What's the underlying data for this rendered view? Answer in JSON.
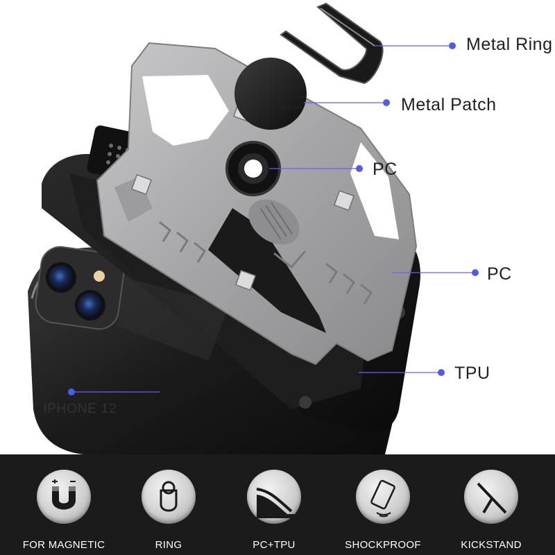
{
  "callouts": {
    "metal_ring": "Metal Ring",
    "metal_patch": "Metal Patch",
    "pc_ring_holder": "PC",
    "pc_frame": "PC",
    "tpu": "TPU",
    "iphone": "IPHONE 12"
  },
  "features": [
    {
      "label": "FOR MAGNETIC",
      "icon": "magnet-icon"
    },
    {
      "label": "RING",
      "icon": "ring-icon"
    },
    {
      "label": "PC+TPU",
      "icon": "layers-icon"
    },
    {
      "label": "SHOCKPROOF",
      "icon": "shockproof-phone-icon"
    },
    {
      "label": "KICKSTAND",
      "icon": "kickstand-icon"
    }
  ],
  "colors": {
    "callout_line": "#6b5cff",
    "feature_bar": "#1b1b1b",
    "case_silver": "#a9a9ab",
    "case_black": "#141414"
  }
}
